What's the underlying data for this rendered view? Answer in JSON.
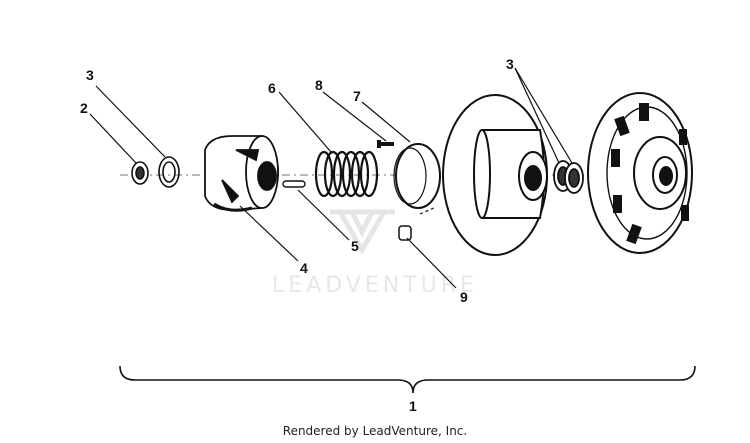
{
  "diagram": {
    "callouts": [
      "3",
      "2",
      "6",
      "8",
      "7",
      "3",
      "5",
      "4",
      "9",
      "1"
    ]
  },
  "watermark": {
    "text": "LEADVENTURE"
  },
  "footer": {
    "text": "Rendered by LeadVenture, Inc."
  }
}
